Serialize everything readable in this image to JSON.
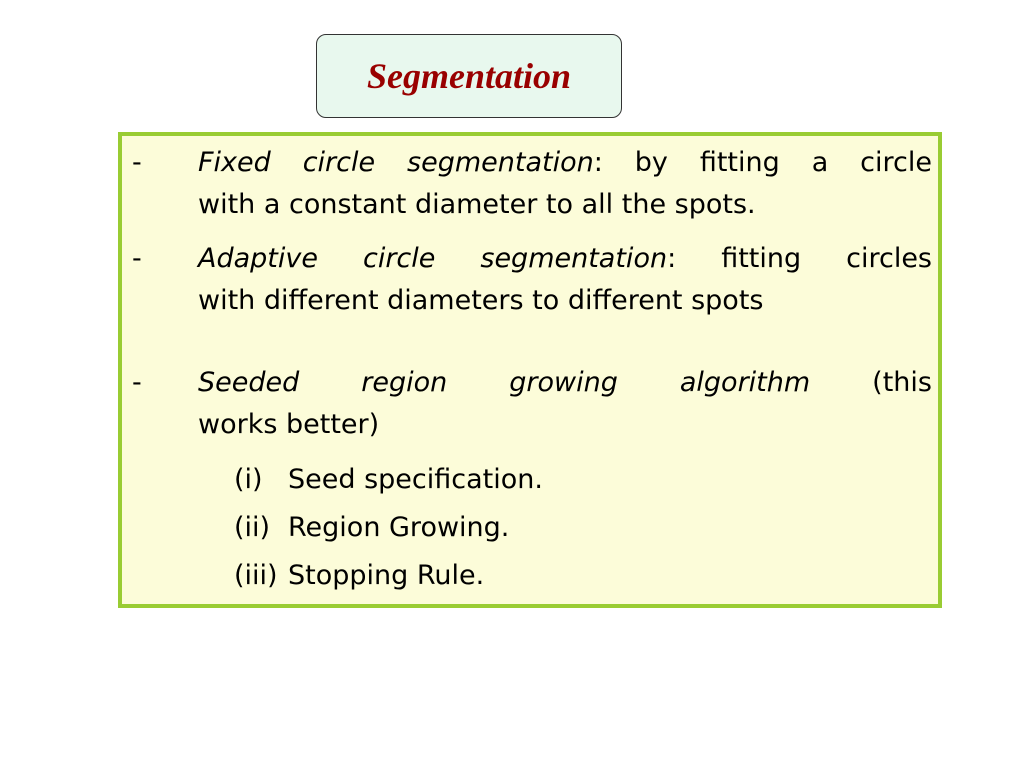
{
  "title": "Segmentation",
  "bullets": [
    {
      "dash": "-",
      "term": "Fixed circle segmentation",
      "sep": ":",
      "line1_tail": " by fitting a circle",
      "line2": "with a constant diameter to all the spots."
    },
    {
      "dash": "-",
      "term": "Adaptive circle segmentation",
      "sep": ":",
      "line1_tail": " fitting circles",
      "line2": "with different diameters to different spots"
    },
    {
      "dash": "-",
      "term": "Seeded region growing algorithm",
      "sep": "",
      "line1_tail": " (this",
      "line2": "works better)"
    }
  ],
  "steps": [
    {
      "num": "(i)",
      "text": "Seed specification."
    },
    {
      "num": "(ii)",
      "text": "Region Growing."
    },
    {
      "num": "(iii)",
      "text": "Stopping Rule."
    }
  ],
  "colors": {
    "title": "#990000",
    "title_bg": "#e8f8ee",
    "box_border": "#99cc33",
    "box_bg": "#fcfcd9"
  }
}
